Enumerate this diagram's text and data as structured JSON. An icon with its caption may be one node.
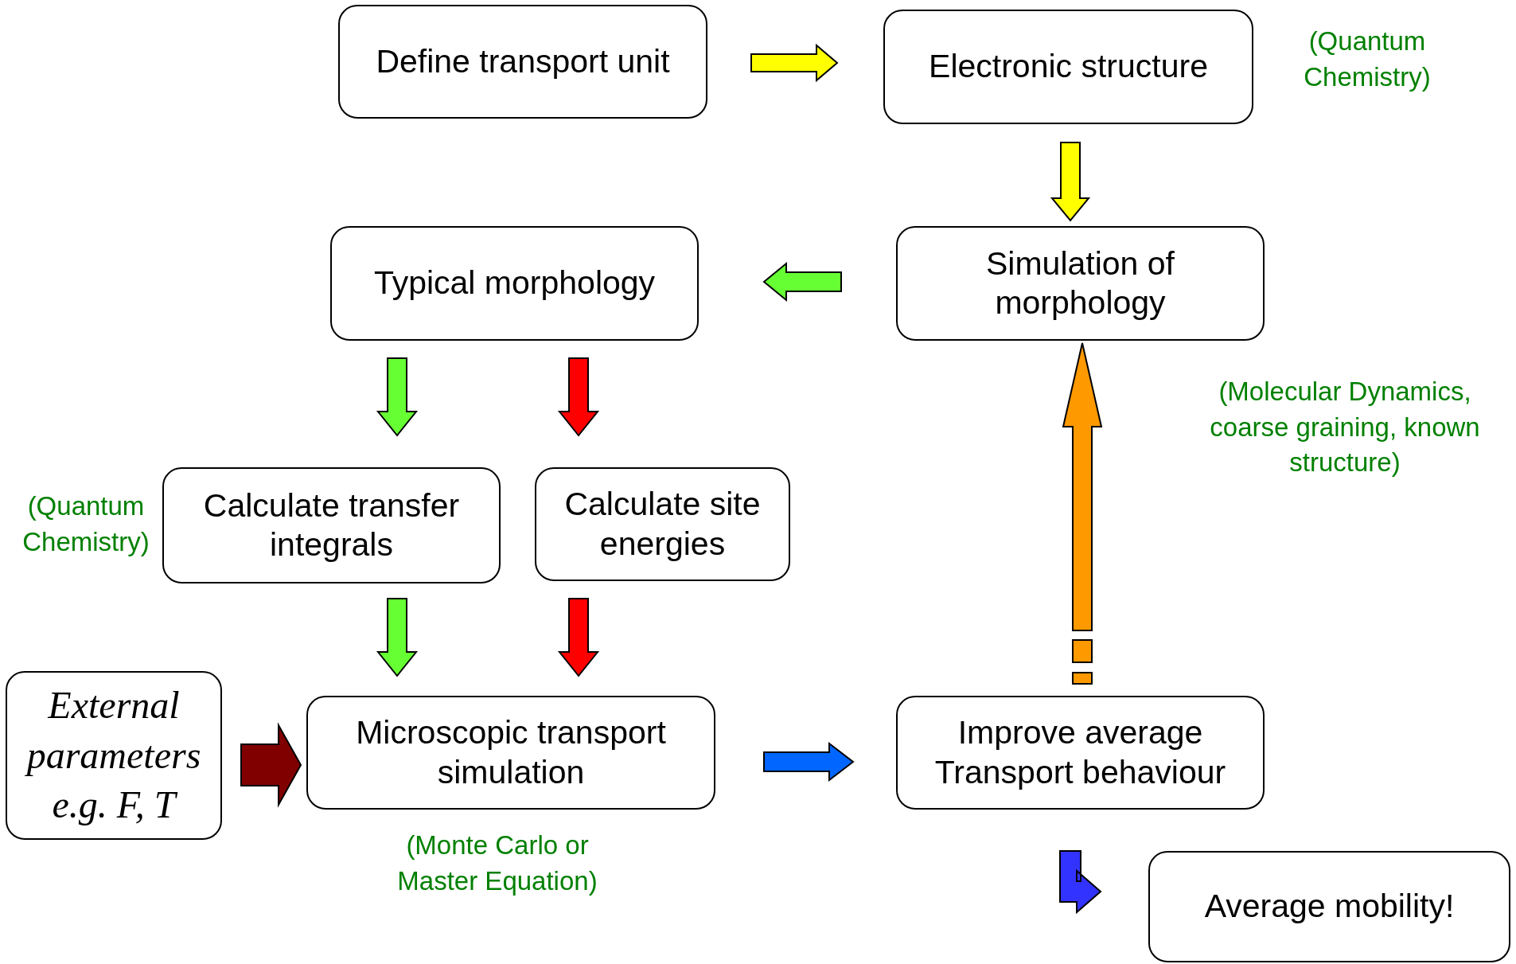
{
  "diagram": {
    "nodes": [
      {
        "text": [
          "Define transport unit"
        ]
      },
      {
        "text": [
          "Electronic structure"
        ],
        "beside": [
          "(Quantum Chemistry)"
        ]
      },
      {
        "text": [
          "Simulation of morphology"
        ],
        "beside": [
          "(Molecular Dynamics, coarse graining, known structure)"
        ]
      },
      {
        "text": [
          "Typical morphology"
        ]
      },
      {
        "text": [
          "Calculate transfer integrals"
        ],
        "beside": [
          "(Quantum Chemistry)"
        ]
      },
      {
        "text": [
          "Calculate site energies"
        ]
      },
      {
        "text": [
          "External parameters e.g. F, T"
        ]
      },
      {
        "text": [
          "Microscopic transport simulation"
        ],
        "beside": [
          "(Monte Carlo or Master Equation)"
        ]
      },
      {
        "text": [
          "Improve average Transport behaviour"
        ]
      },
      {
        "text": [
          "Average mobility!"
        ]
      }
    ],
    "edges": [
      {
        "from": 0,
        "to": 1,
        "arrow": "to",
        "color": "#ffff00"
      },
      {
        "from": 1,
        "to": 2,
        "arrow": "to",
        "color": "#ffff00"
      },
      {
        "from": 2,
        "to": 3,
        "arrow": "to",
        "color": "#66ff33"
      },
      {
        "from": 3,
        "to": 4,
        "arrow": "to",
        "color": "#66ff33"
      },
      {
        "from": 3,
        "to": 5,
        "arrow": "to",
        "color": "#ff0000"
      },
      {
        "from": 4,
        "to": 7,
        "arrow": "to",
        "color": "#66ff33"
      },
      {
        "from": 5,
        "to": 7,
        "arrow": "to",
        "color": "#ff0000"
      },
      {
        "from": 6,
        "to": 7,
        "arrow": "to",
        "color": "#800000"
      },
      {
        "from": 7,
        "to": 8,
        "arrow": "to",
        "color": "#0066ff"
      },
      {
        "from": 8,
        "to": 2,
        "arrow": "to",
        "style": "dashed",
        "color": "#ff9900"
      },
      {
        "from": 8,
        "to": 9,
        "arrow": "to",
        "color": "#3333ff"
      }
    ]
  }
}
